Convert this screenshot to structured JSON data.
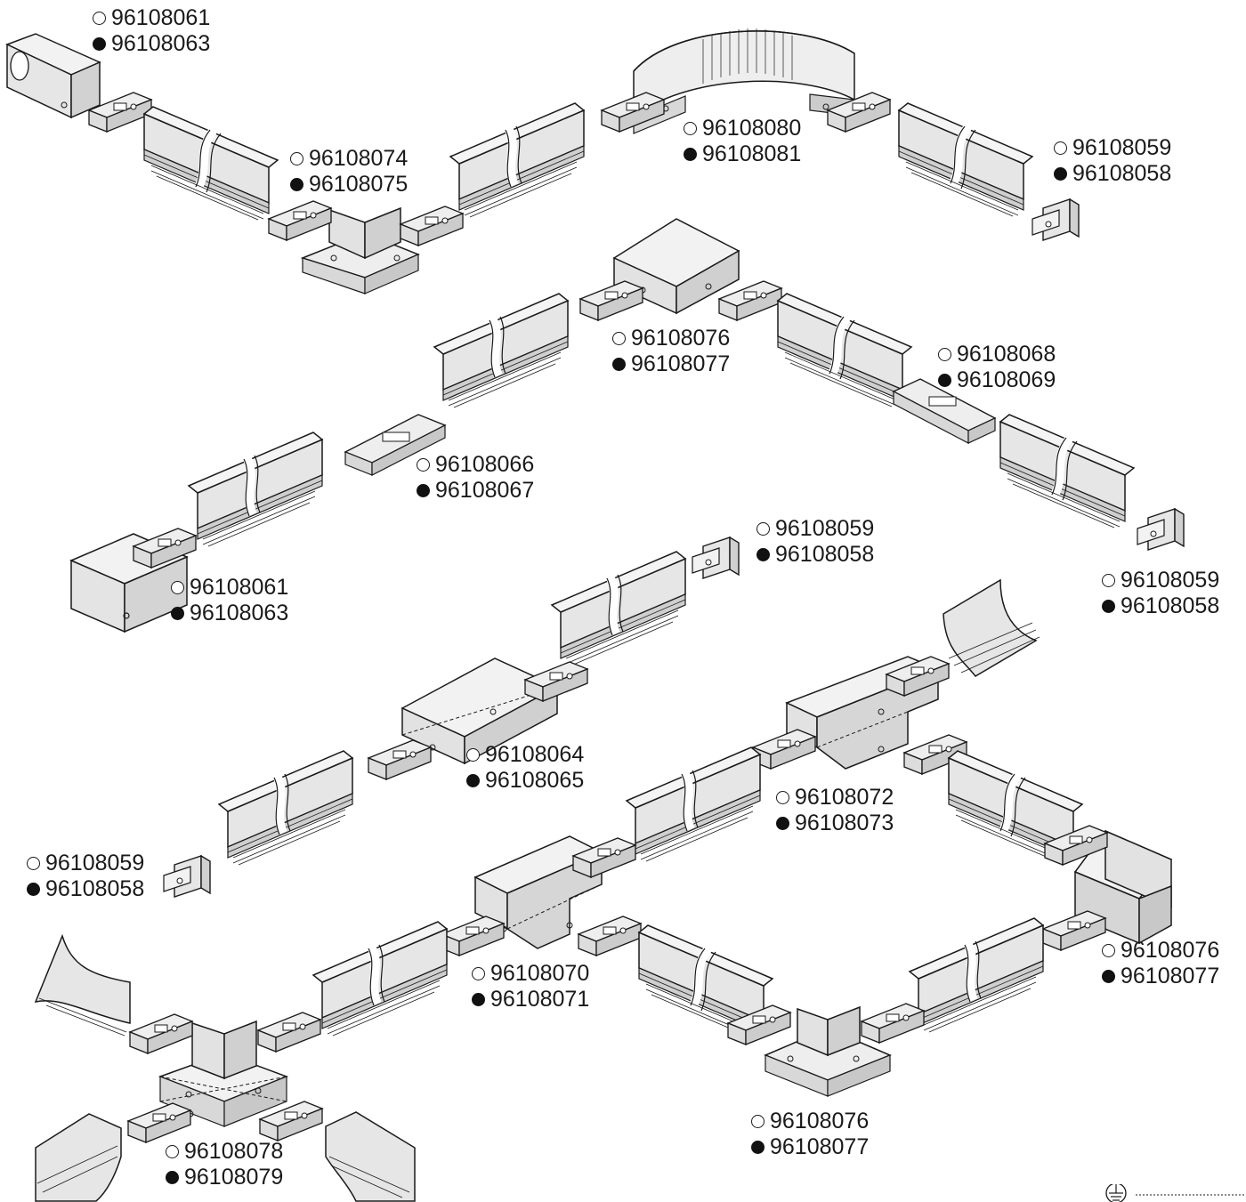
{
  "colors": {
    "part_face": "#e6e6e6",
    "part_top": "#f2f2f2",
    "part_side": "#d2d2d2",
    "outline": "#1a1a1a",
    "marker_filled": "#111111",
    "marker_open": "#ffffff"
  },
  "legend": {
    "open_marker_meaning": "white-circle",
    "filled_marker_meaning": "black-circle"
  },
  "labels": [
    {
      "id": "end-feed-top",
      "open": "96108061",
      "filled": "96108063"
    },
    {
      "id": "corner-inner-top",
      "open": "96108074",
      "filled": "96108075"
    },
    {
      "id": "flex-coupler-top",
      "open": "96108080",
      "filled": "96108081"
    },
    {
      "id": "end-cap-top-right",
      "open": "96108059",
      "filled": "96108058"
    },
    {
      "id": "corner-outer-mid",
      "open": "96108076",
      "filled": "96108077"
    },
    {
      "id": "straight-connector-right",
      "open": "96108068",
      "filled": "96108069"
    },
    {
      "id": "straight-connector-left",
      "open": "96108066",
      "filled": "96108067"
    },
    {
      "id": "end-feed-mid-left",
      "open": "96108061",
      "filled": "96108063"
    },
    {
      "id": "end-cap-mid",
      "open": "96108059",
      "filled": "96108058"
    },
    {
      "id": "end-cap-right",
      "open": "96108059",
      "filled": "96108058"
    },
    {
      "id": "middle-feed",
      "open": "96108064",
      "filled": "96108065"
    },
    {
      "id": "t-connector-right",
      "open": "96108072",
      "filled": "96108073"
    },
    {
      "id": "end-cap-left",
      "open": "96108059",
      "filled": "96108058"
    },
    {
      "id": "t-connector-left",
      "open": "96108070",
      "filled": "96108071"
    },
    {
      "id": "corner-outer-right",
      "open": "96108076",
      "filled": "96108077"
    },
    {
      "id": "x-connector",
      "open": "96108078",
      "filled": "96108079"
    },
    {
      "id": "corner-inner-bottom",
      "open": "96108076",
      "filled": "96108077"
    }
  ],
  "icons": {
    "earth": "protective-earth-icon"
  }
}
